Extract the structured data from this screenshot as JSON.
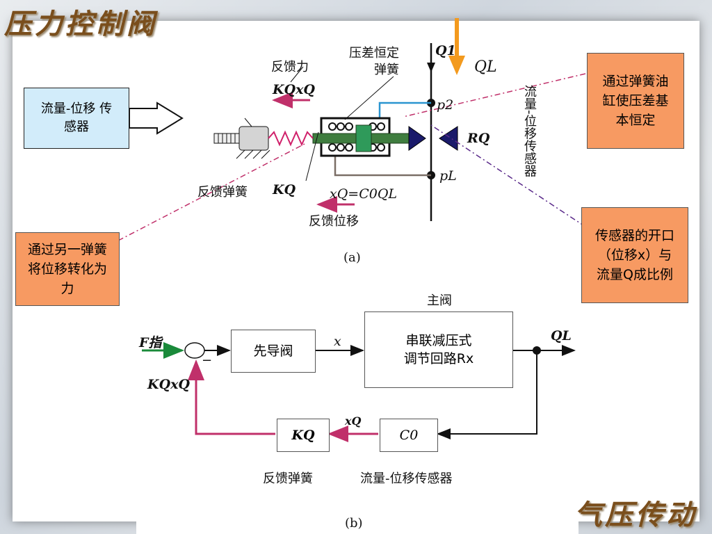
{
  "title": "压力控制阀",
  "brand": "气压传动",
  "figure_a": {
    "label": "(a)",
    "feedback_force": "反馈力",
    "pressure_spring_line1": "压差恒定",
    "pressure_spring_line2": "弹簧",
    "Kx": "KQxQ",
    "feedback_spring": "反馈弹簧",
    "KQ": "KQ",
    "xQ_eq": "xQ=C0QL",
    "feedback_displacement": "反馈位移",
    "Q1": "Q1",
    "QL": "QL",
    "p2": "p2",
    "pL": "pL",
    "RQ": "RQ",
    "sensor_vertical": "流量-位移传感器"
  },
  "callouts": {
    "sensor_box": "流量-位移 传感器",
    "top_right": "通过弹簧油缸使压差基本恒定",
    "mid_right": "传感器的开口（位移x）与流量Q成比例",
    "left": "通过另一弹簧将位移转化为力"
  },
  "figure_b": {
    "label": "(b)",
    "main_valve": "主阀",
    "F_ref": "F指",
    "minus": "−",
    "pilot_valve": "先导阀",
    "x": "x",
    "series_line1": "串联减压式",
    "series_line2": "调节回路Rx",
    "QL": "QL",
    "Kx": "KQxQ",
    "KQ_box": "KQ",
    "xQ": "xQ",
    "C0": "C0",
    "feedback_spring": "反馈弹簧",
    "sensor": "流量-位移传感器"
  }
}
